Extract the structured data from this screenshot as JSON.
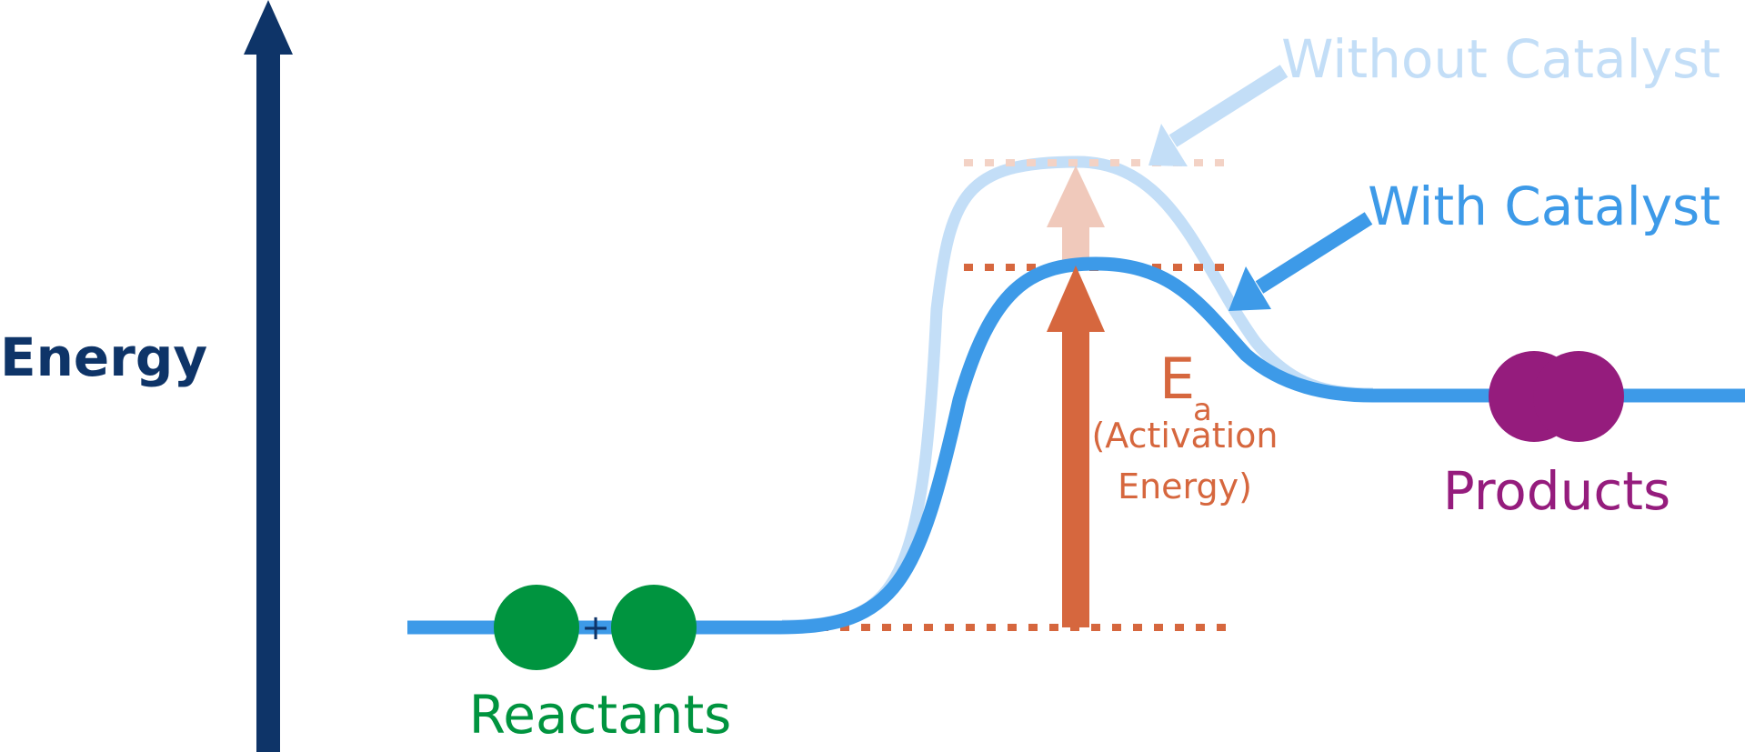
{
  "axis": {
    "label": "Energy"
  },
  "labels": {
    "without_catalyst": "Without Catalyst",
    "with_catalyst": "With Catalyst",
    "ea_main": "E",
    "ea_sub": "a",
    "ea_desc_line1": "(Activation",
    "ea_desc_line2": "Energy)",
    "reactants": "Reactants",
    "plus": "+",
    "products": "Products"
  },
  "colors": {
    "axis": "#0e3468",
    "with_catalyst": "#3d9ae8",
    "without_catalyst": "#c3def7",
    "activation": "#d6673e",
    "activation_faded": "#f0c9bb",
    "reactants": "#00943f",
    "products": "#951c7d"
  }
}
